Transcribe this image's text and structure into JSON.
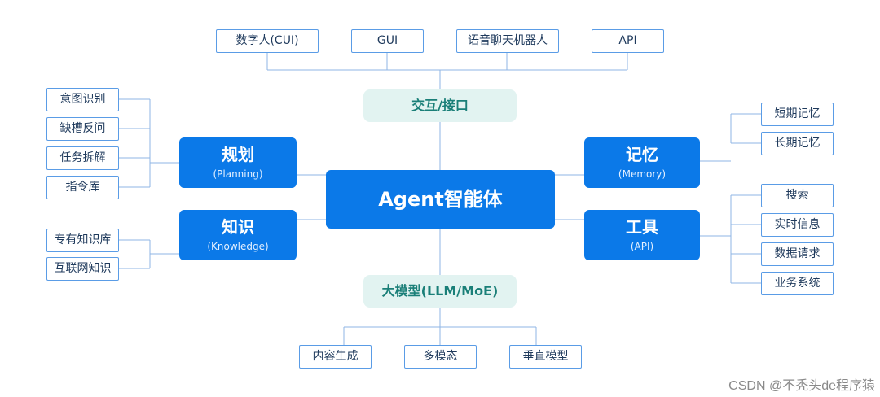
{
  "center": {
    "label": "Agent智能体"
  },
  "top_hub": {
    "label": "交互/接口",
    "items": [
      "数字人(CUI)",
      "GUI",
      "语音聊天机器人",
      "API"
    ]
  },
  "bottom_hub": {
    "label": "大模型(LLM/MoE)",
    "items": [
      "内容生成",
      "多模态",
      "垂直模型"
    ]
  },
  "planning": {
    "title": "规划",
    "subtitle": "(Planning)",
    "items": [
      "意图识别",
      "缺槽反问",
      "任务拆解",
      "指令库"
    ]
  },
  "knowledge": {
    "title": "知识",
    "subtitle": "(Knowledge)",
    "items": [
      "专有知识库",
      "互联网知识"
    ]
  },
  "memory": {
    "title": "记忆",
    "subtitle": "(Memory)",
    "items": [
      "短期记忆",
      "长期记忆"
    ]
  },
  "tools": {
    "title": "工具",
    "subtitle": "(API)",
    "items": [
      "搜索",
      "实时信息",
      "数据请求",
      "业务系统"
    ]
  },
  "watermark": "CSDN @不秃头de程序猿",
  "colors": {
    "primary": "#0b79e8",
    "teal_bg": "#e2f3f1",
    "teal_text": "#1a7f78",
    "leaf_border": "#5a9ce6",
    "connector": "#8fb6e4"
  }
}
